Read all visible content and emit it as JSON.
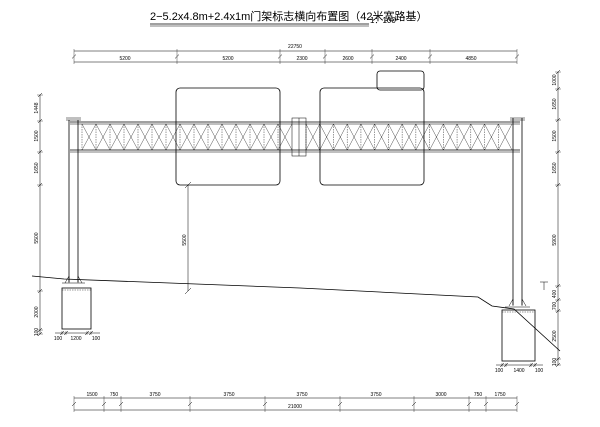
{
  "title": "2−5.2x4.8m+2.4x1m门架标志横向布置图（42米宽路基）",
  "scale": "1：100",
  "top_dims": {
    "overall": "22750",
    "segments": [
      "5200",
      "5200",
      "2300",
      "2600",
      "2400",
      "4850"
    ]
  },
  "bottom_dims": {
    "overall": "21000",
    "segments": [
      "1500",
      "750",
      "3750",
      "3750",
      "3750",
      "3750",
      "3000",
      "750",
      "1750"
    ]
  },
  "left_dims": [
    "1448",
    "1500",
    "1650",
    "5500",
    "2000",
    "100"
  ],
  "right_dims": [
    "1000",
    "1650",
    "1500",
    "1650",
    "5900",
    "400",
    "700",
    "2500",
    "100"
  ],
  "sign_height": "5500",
  "left_footing_dims": [
    "100",
    "1200",
    "100"
  ],
  "right_footing_dims": [
    "100",
    "1400",
    "100"
  ]
}
